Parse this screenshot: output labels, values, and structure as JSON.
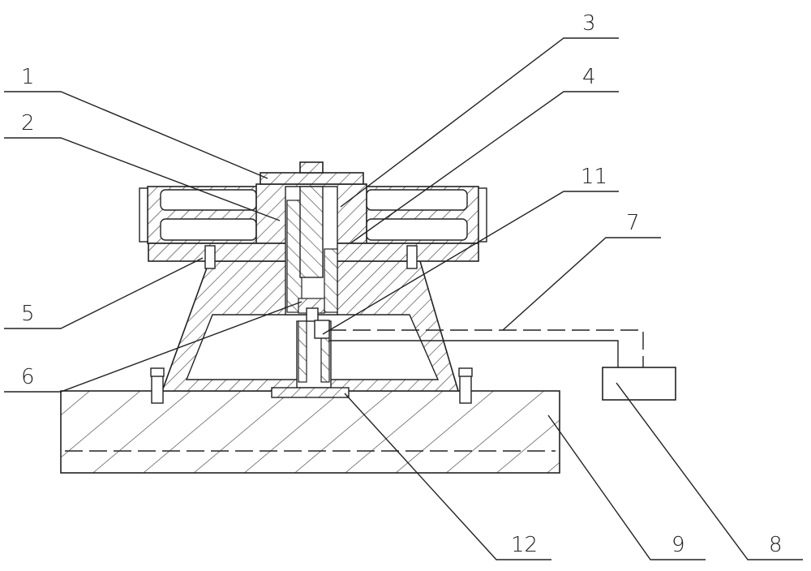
{
  "drawing": {
    "labels": {
      "l1": "1",
      "l2": "2",
      "l3": "3",
      "l4": "4",
      "l5": "5",
      "l6": "6",
      "l7": "7",
      "l8": "8",
      "l9": "9",
      "l11": "11",
      "l12": "12"
    },
    "line_color": "#222222"
  }
}
